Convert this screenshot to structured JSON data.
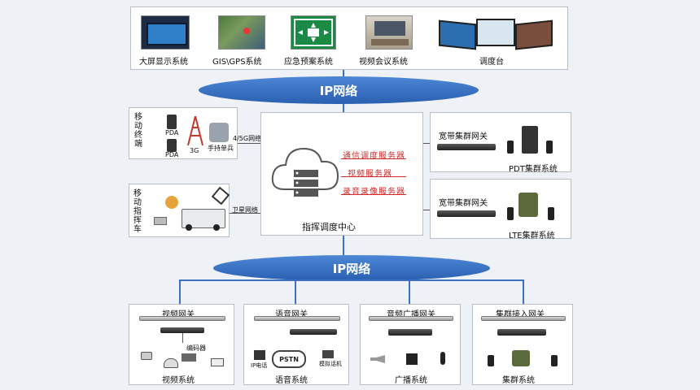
{
  "top_systems": [
    {
      "label": "大屏显示系统",
      "icon": "display-wall-icon"
    },
    {
      "label": "GIS\\GPS系统",
      "icon": "map-icon"
    },
    {
      "label": "应急预案系统",
      "icon": "emergency-plan-icon"
    },
    {
      "label": "视频会议系统",
      "icon": "video-conference-icon"
    },
    {
      "label": "调度台",
      "icon": "dispatch-console-icon"
    }
  ],
  "ip_network_top": "IP网络",
  "ip_network_bottom": "IP网络",
  "mobile_terminal": {
    "title": "移动终端",
    "pda1": "PDA",
    "pda2": "PDA",
    "tower": "3G",
    "handset": "手持单兵",
    "link": "4/5G网络"
  },
  "mobile_command": {
    "title": "移动指挥车",
    "link": "卫星网络"
  },
  "center": {
    "title": "指挥调度中心",
    "servers": [
      "通信调度服务器",
      "视频服务器",
      "录音录像服务器"
    ]
  },
  "pdt": {
    "gateway": "宽带集群网关",
    "system": "PDT集群系统"
  },
  "lte": {
    "gateway": "宽带集群网关",
    "system": "LTE集群系统"
  },
  "bottom_systems": [
    {
      "gateway": "视频网关",
      "system": "视频系统",
      "extra": "编码器"
    },
    {
      "gateway": "语音网关",
      "system": "语音系统",
      "extra": "PSTN",
      "extra2": "IP电话",
      "extra3": "模拟话机"
    },
    {
      "gateway": "音频广播网关",
      "system": "广播系统"
    },
    {
      "gateway": "集群接入网关",
      "system": "集群系统"
    }
  ]
}
